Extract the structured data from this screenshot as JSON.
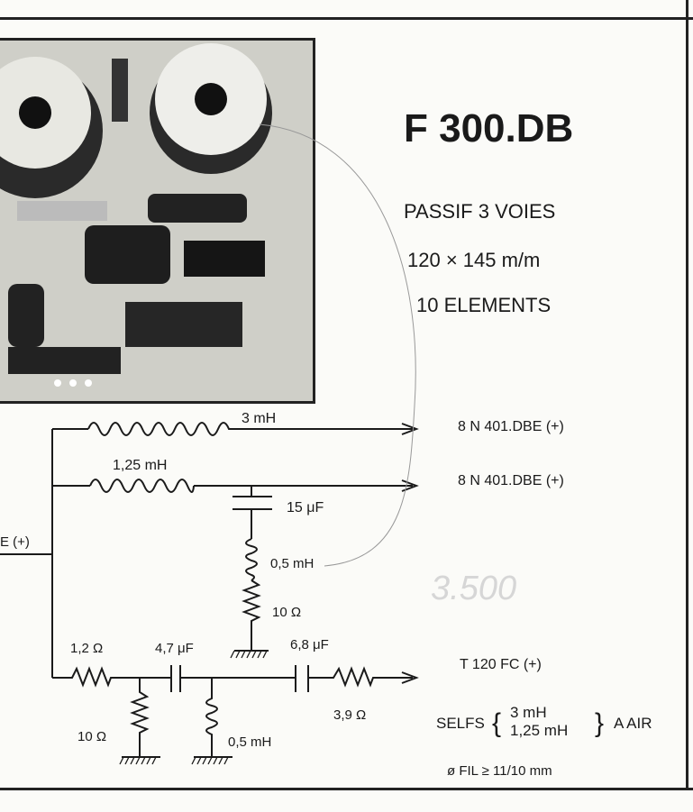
{
  "product": {
    "model": "F 300.DB",
    "type": "PASSIF 3 VOIES",
    "dimensions": "120 × 145 m/m",
    "elements": "10 ELEMENTS"
  },
  "circuit": {
    "input_label": "E (+)",
    "components": {
      "l_bass": "3 mH",
      "l_mid": "1,25 mH",
      "c_mid": "15 μF",
      "l_mid_shunt": "0,5 mH",
      "r_mid_shunt": "10 Ω",
      "r_tw_series": "1,2 Ω",
      "r_tw_shunt": "10 Ω",
      "c_tw_1": "4,7 μF",
      "l_tw_shunt": "0,5 mH",
      "c_tw_2": "6,8 μF",
      "r_tw_out": "3,9 Ω"
    },
    "outputs": [
      "8 N 401.DBE (+)",
      "8 N 401.DBE (+)",
      "T 120 FC (+)"
    ]
  },
  "notes": {
    "selfs_label": "SELFS",
    "selfs_values": [
      "3 mH",
      "1,25 mH"
    ],
    "selfs_suffix": "A AIR",
    "wire": "ø FIL ≥ 11/10 mm"
  },
  "handwritten": "3.500"
}
